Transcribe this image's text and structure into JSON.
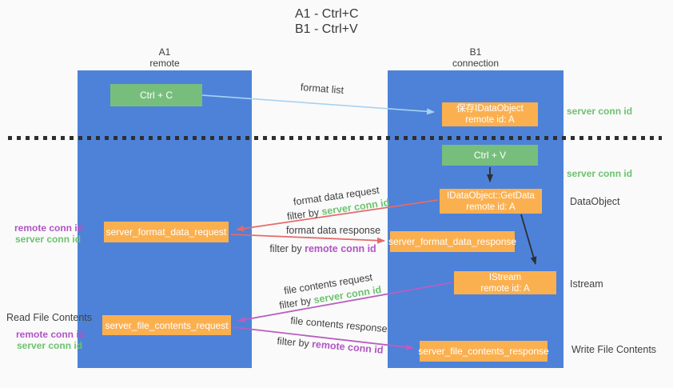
{
  "title": {
    "line1": "A1 - Ctrl+C",
    "line2": "B1 - Ctrl+V"
  },
  "lanes": {
    "a1": {
      "name": "A1",
      "subtitle": "remote"
    },
    "b1": {
      "name": "B1",
      "subtitle": "connection"
    }
  },
  "nodes": {
    "ctrl_c": {
      "label": "Ctrl + C"
    },
    "ctrl_v": {
      "label": "Ctrl + V"
    },
    "save_dataobject": {
      "line1": "保存IDataObject",
      "line2": "remote id: A"
    },
    "getdata": {
      "line1": "IDataObject::GetData",
      "line2": "remote id: A"
    },
    "istream": {
      "line1": "IStream",
      "line2": "remote id: A"
    },
    "format_request": {
      "label": "server_format_data_request"
    },
    "format_response": {
      "label": "server_format_data_response"
    },
    "file_request": {
      "label": "server_file_contents_request"
    },
    "file_response": {
      "label": "server_file_contents_response"
    }
  },
  "arrows": {
    "format_list": {
      "label": "format list"
    },
    "format_request": {
      "label": "format data request",
      "filter_prefix": "filter by ",
      "filter_value": "server conn id"
    },
    "format_response": {
      "label": "format data response",
      "filter_prefix": "filter by ",
      "filter_value": "remote conn id"
    },
    "file_request": {
      "label": "file contents request",
      "filter_prefix": "filter by ",
      "filter_value": "server conn id"
    },
    "file_response": {
      "label": "file contents response",
      "filter_prefix": "filter by ",
      "filter_value": "remote conn id"
    }
  },
  "annotations": {
    "right": {
      "server_conn_top": "server conn id",
      "server_conn_mid": "server conn id",
      "dataobject": "DataObject",
      "istream": "Istream",
      "write_file": "Write File Contents"
    },
    "left_mid": {
      "remote": "remote conn id",
      "server": "server conn id"
    },
    "left_bottom": {
      "title": "Read File Contents",
      "remote": "remote conn id",
      "server": "server conn id"
    }
  },
  "colors": {
    "lane_blue": "#4d82d8",
    "box_green": "#77be7d",
    "box_orange": "#fbb050",
    "arrow_red": "#e66a6a",
    "arrow_purple": "#b95ec0",
    "arrow_lightblue": "#a8d2ef",
    "arrow_black": "#2f2f2f",
    "text_green": "#6cc26e",
    "text_purple": "#b054c4",
    "text_gray": "#3f3f3f",
    "background": "#fafafa",
    "divider": "#2e2e2e"
  }
}
